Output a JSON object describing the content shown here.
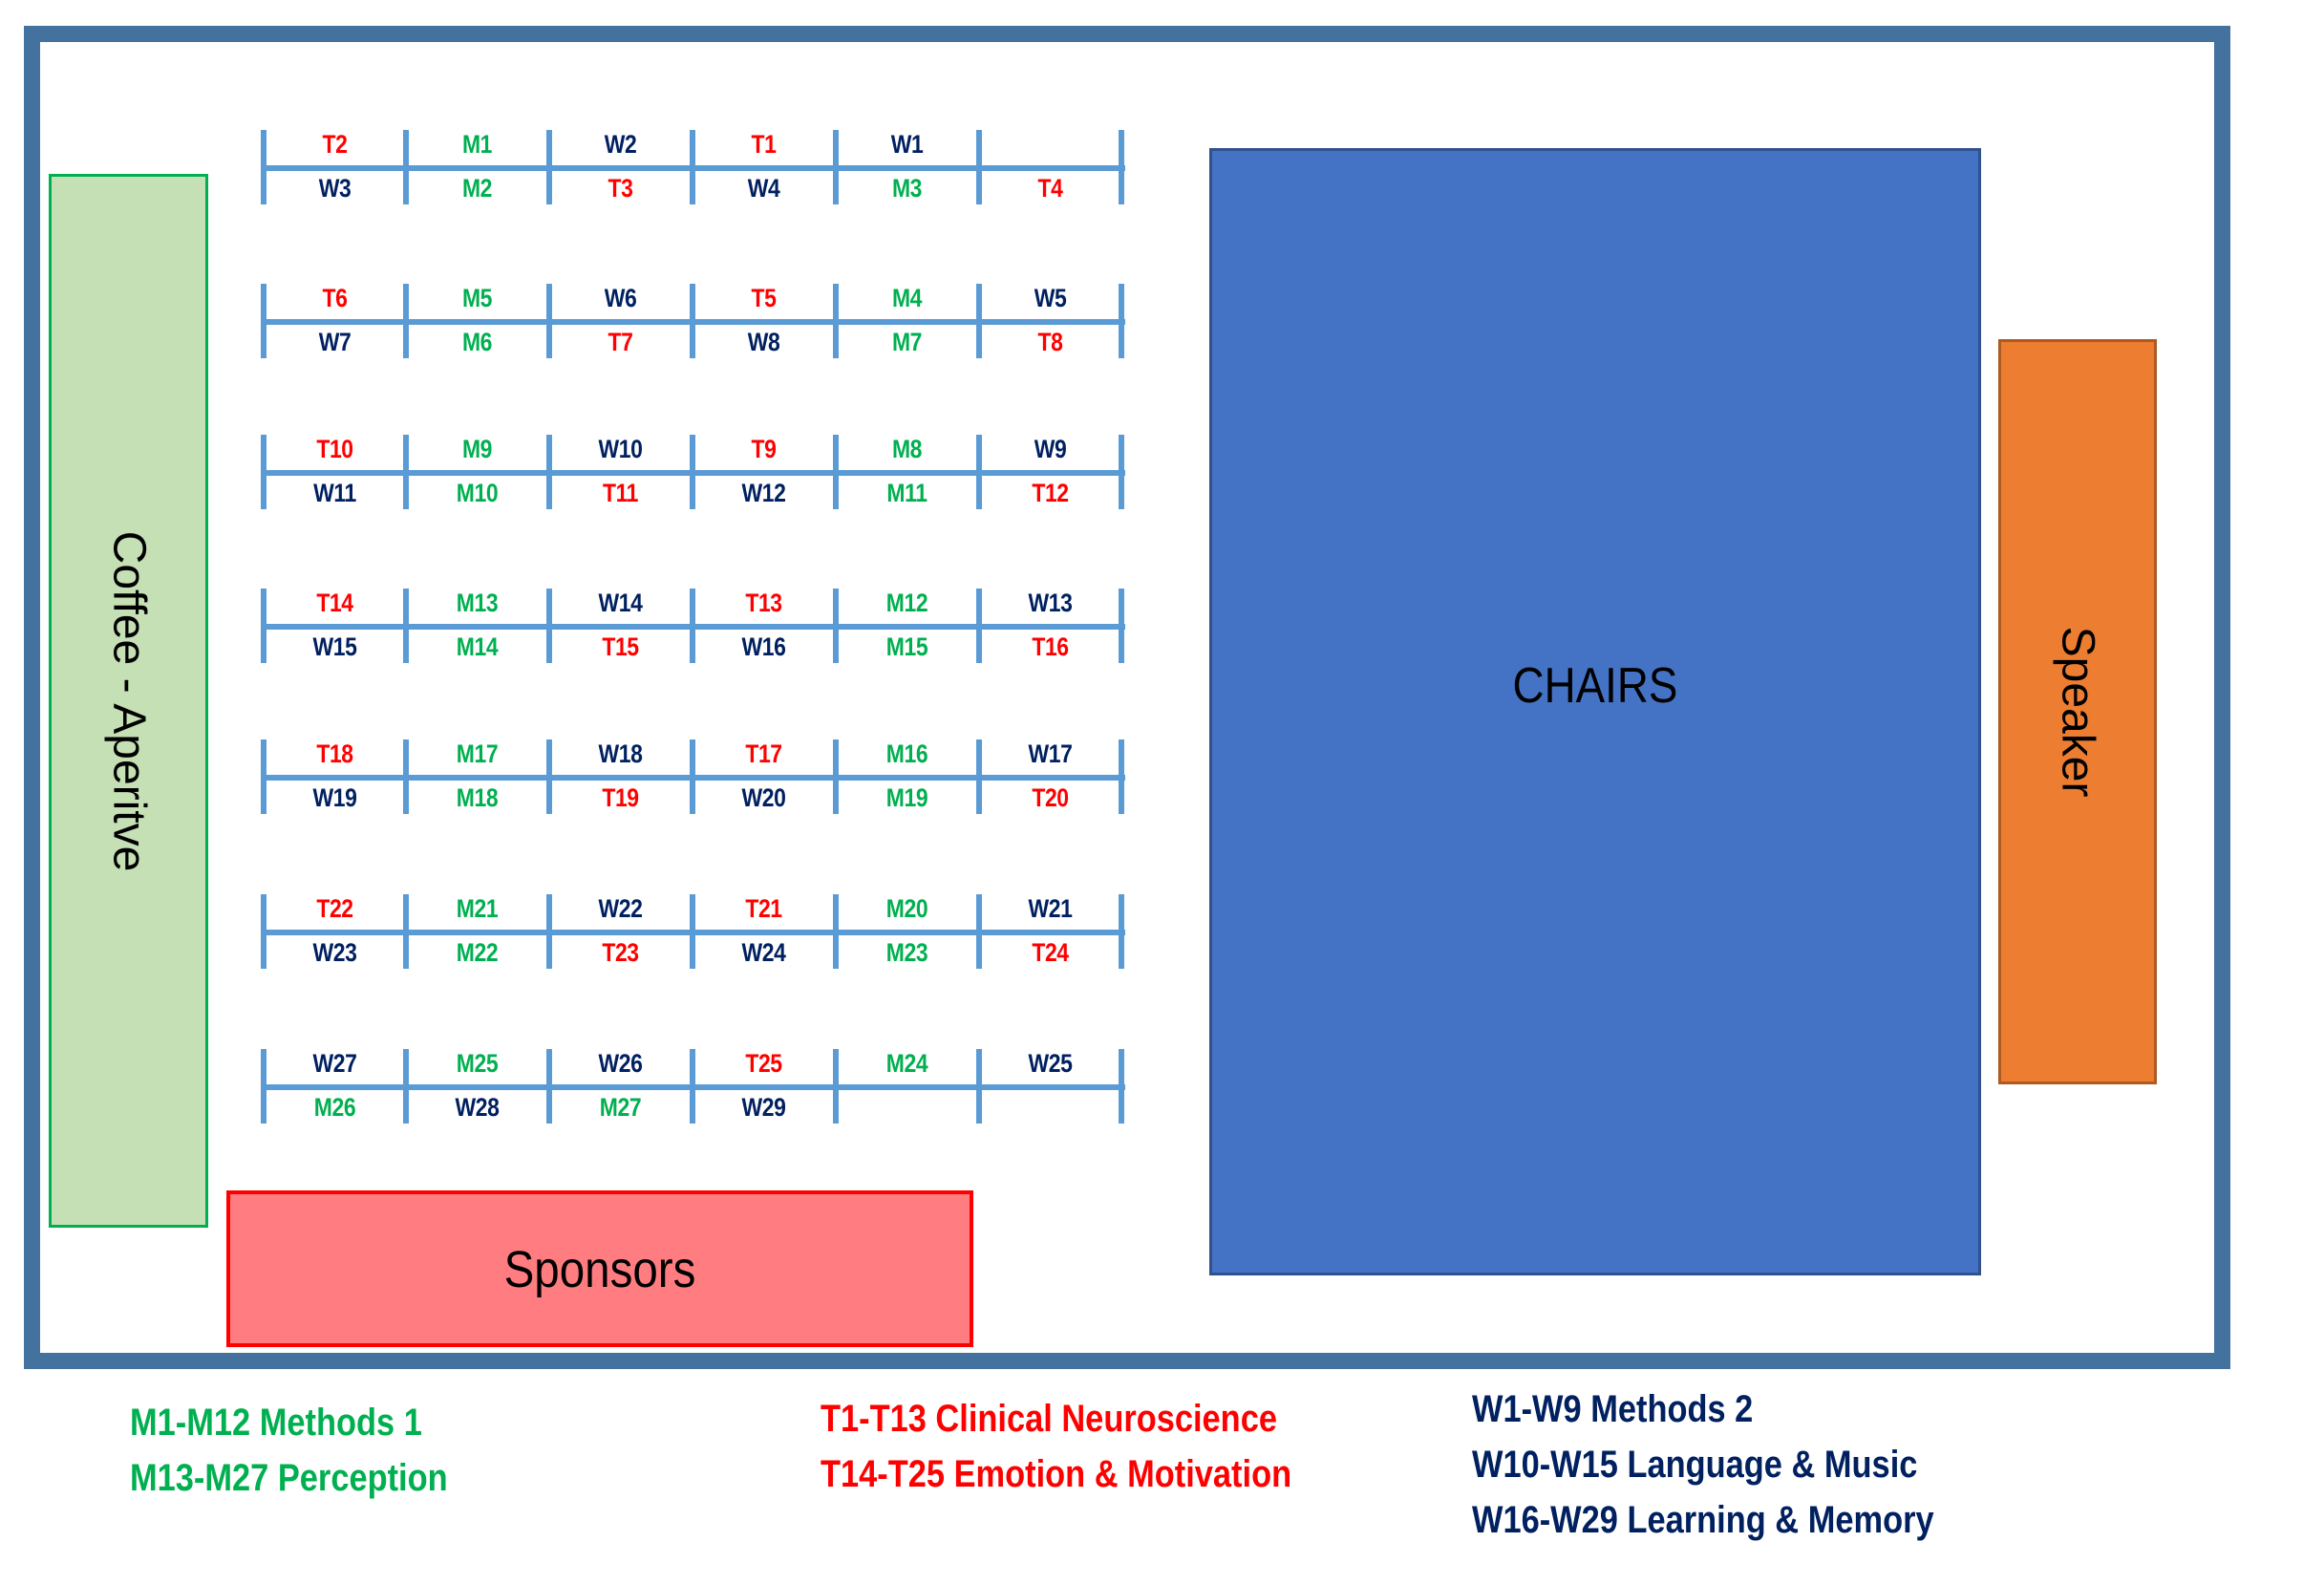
{
  "title": "Poster session floor plan",
  "areas": {
    "coffee": "Coffee - Aperitve",
    "sponsors": "Sponsors",
    "chairs": "CHAIRS",
    "speaker": "Speaker"
  },
  "colors": {
    "T": "#FF0000",
    "M": "#00B050",
    "W": "#002060",
    "stand_line": "#5B9BD5",
    "frame": "#44729E",
    "coffee": "#C5E0B4",
    "sponsors": "#FF7C80",
    "chairs": "#4472C4",
    "speaker": "#ED7D31"
  },
  "stand_rows": [
    {
      "top": [
        "T2",
        "M1",
        "W2",
        "T1",
        "W1",
        ""
      ],
      "bottom": [
        "W3",
        "M2",
        "T3",
        "W4",
        "M3",
        "T4"
      ]
    },
    {
      "top": [
        "T6",
        "M5",
        "W6",
        "T5",
        "M4",
        "W5"
      ],
      "bottom": [
        "W7",
        "M6",
        "T7",
        "W8",
        "M7",
        "T8"
      ]
    },
    {
      "top": [
        "T10",
        "M9",
        "W10",
        "T9",
        "M8",
        "W9"
      ],
      "bottom": [
        "W11",
        "M10",
        "T11",
        "W12",
        "M11",
        "T12"
      ]
    },
    {
      "top": [
        "T14",
        "M13",
        "W14",
        "T13",
        "M12",
        "W13"
      ],
      "bottom": [
        "W15",
        "M14",
        "T15",
        "W16",
        "M15",
        "T16"
      ]
    },
    {
      "top": [
        "T18",
        "M17",
        "W18",
        "T17",
        "M16",
        "W17"
      ],
      "bottom": [
        "W19",
        "M18",
        "T19",
        "W20",
        "M19",
        "T20"
      ]
    },
    {
      "top": [
        "T22",
        "M21",
        "W22",
        "T21",
        "M20",
        "W21"
      ],
      "bottom": [
        "W23",
        "M22",
        "T23",
        "W24",
        "M23",
        "T24"
      ]
    },
    {
      "top": [
        "W27",
        "M25",
        "W26",
        "T25",
        "M24",
        "W25"
      ],
      "bottom": [
        "M26",
        "W28",
        "M27",
        "W29",
        "",
        ""
      ]
    }
  ],
  "legend": {
    "green": [
      "M1-M12 Methods 1",
      "M13-M27 Perception"
    ],
    "red": [
      "T1-T13 Clinical Neuroscience",
      "T14-T25 Emotion & Motivation"
    ],
    "navy": [
      "W1-W9 Methods 2",
      "W10-W15 Language & Music",
      "W16-W29 Learning & Memory"
    ]
  }
}
